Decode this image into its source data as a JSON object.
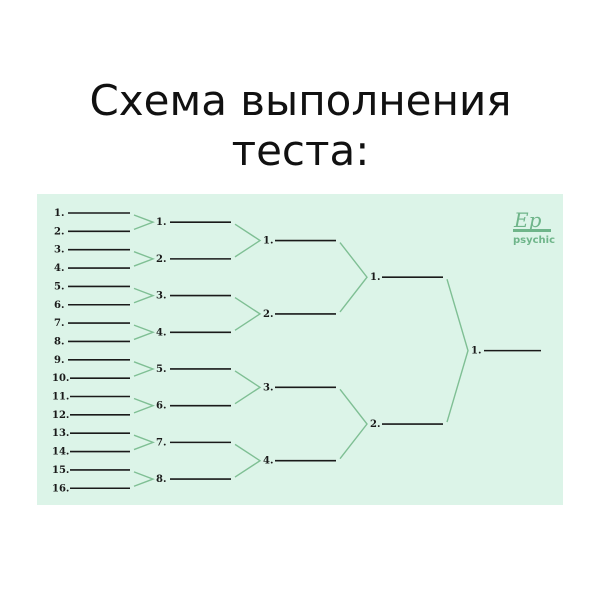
{
  "title": {
    "line1": "Схема выполнения",
    "line2": "теста:"
  },
  "colors": {
    "panel_bg": "#dcf4e8",
    "line": "#1a1a1a",
    "bracket": "#7fbf94",
    "logo": "#6fb58a"
  },
  "logo": {
    "mark": "Ep",
    "text": "psychic"
  },
  "rounds": [
    {
      "name": "round-16",
      "labels": [
        "1.",
        "2.",
        "3.",
        "4.",
        "5.",
        "6.",
        "7.",
        "8.",
        "9.",
        "10.",
        "11.",
        "12.",
        "13.",
        "14.",
        "15.",
        "16."
      ]
    },
    {
      "name": "round-8",
      "labels": [
        "1.",
        "2.",
        "3.",
        "4.",
        "5.",
        "6.",
        "7.",
        "8."
      ]
    },
    {
      "name": "round-4",
      "labels": [
        "1.",
        "2.",
        "3.",
        "4."
      ]
    },
    {
      "name": "round-2",
      "labels": [
        "1.",
        "2."
      ]
    },
    {
      "name": "final",
      "labels": [
        "1."
      ]
    }
  ]
}
